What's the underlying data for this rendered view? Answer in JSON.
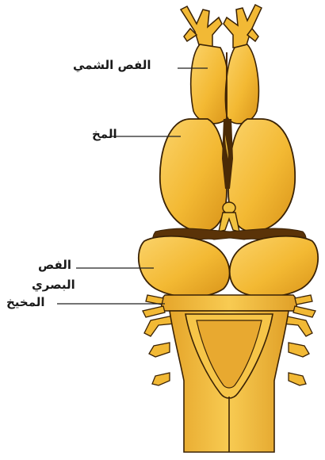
{
  "labels": {
    "olfactory_lobe": "الفص الشمي",
    "cerebrum": "المخ",
    "optic_lobe_line1": "الفص",
    "optic_lobe_line2": "البصري",
    "cerebellum": "المخيخ"
  },
  "colors": {
    "tissue_fill": "#f5bf3a",
    "tissue_shade": "#d99a1c",
    "outline": "#3a2205",
    "dark_gap": "#4a2a06",
    "leader_line": "#222222"
  }
}
